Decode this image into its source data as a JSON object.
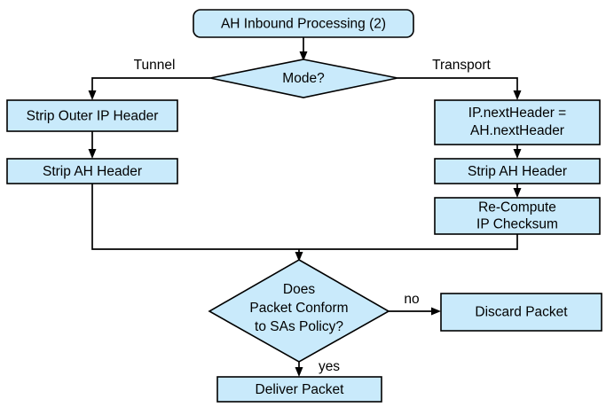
{
  "diagram": {
    "title": "AH Inbound Processing (2)",
    "type": "flowchart",
    "colors": {
      "node_fill": "#c9eafb",
      "node_stroke": "#000000",
      "connector": "#000000",
      "background": "#ffffff"
    },
    "nodes": {
      "start": {
        "label": "AH Inbound Processing (2)",
        "shape": "rounded-rectangle"
      },
      "mode_decision": {
        "label": "Mode?",
        "shape": "diamond"
      },
      "strip_outer_ip": {
        "label": "Strip Outer IP Header",
        "shape": "rectangle"
      },
      "strip_ah_tunnel": {
        "label": "Strip AH Header",
        "shape": "rectangle"
      },
      "next_header": {
        "line1": "IP.nextHeader =",
        "line2": "AH.nextHeader",
        "shape": "rectangle"
      },
      "strip_ah_transport": {
        "label": "Strip AH Header",
        "shape": "rectangle"
      },
      "recompute_checksum": {
        "line1": "Re-Compute",
        "line2": "IP Checksum",
        "shape": "rectangle"
      },
      "policy_decision": {
        "line1": "Does",
        "line2": "Packet Conform",
        "line3": "to SAs Policy?",
        "shape": "diamond"
      },
      "discard_packet": {
        "label": "Discard Packet",
        "shape": "rectangle"
      },
      "deliver_packet": {
        "label": "Deliver Packet",
        "shape": "rectangle"
      }
    },
    "edge_labels": {
      "tunnel": "Tunnel",
      "transport": "Transport",
      "no": "no",
      "yes": "yes"
    }
  }
}
